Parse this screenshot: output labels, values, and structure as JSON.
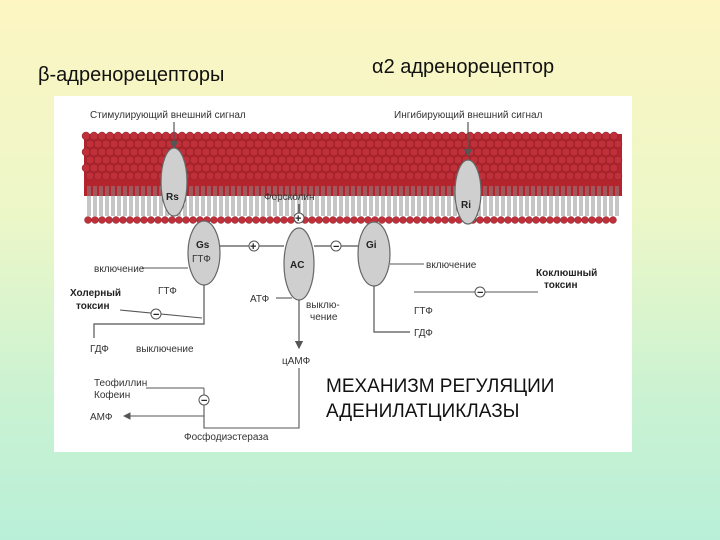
{
  "slide": {
    "title_left": "β-адренорецепторы",
    "title_right": "α2 адренорецептор",
    "caption_line1": "МЕХАНИЗМ РЕГУЛЯЦИИ",
    "caption_line2": "АДЕНИЛАТЦИКЛАЗЫ"
  },
  "diagram": {
    "stim_signal": "Стимулирующий внешний сигнал",
    "inhib_signal": "Ингибирующий внешний сигнал",
    "rs": "Rs",
    "ri": "Ri",
    "forskolin": "Форсколин",
    "gs": "Gs",
    "gi": "Gi",
    "gtp_gs": "ГТФ",
    "ac": "AC",
    "on_left": "включение",
    "on_right": "включение",
    "cholera_1": "Холерный",
    "cholera_2": "токсин",
    "pertussis_1": "Коклюшный",
    "pertussis_2": "токсин",
    "gtp_left": "ГТФ",
    "atp": "АТФ",
    "off_mid_1": "выклю-",
    "off_mid_2": "чение",
    "gtp_right": "ГТФ",
    "gdp_right": "ГДФ",
    "gdp_left": "ГДФ",
    "off_left": "выключение",
    "camp": "цАМФ",
    "theophylline": "Теофиллин",
    "caffeine": "Кофеин",
    "amp": "АМФ",
    "phosphodiesterase": "Фосфодиэстераза"
  },
  "colors": {
    "membrane_heads": "#c0303a",
    "protein_fill": "#cfcfcf",
    "line": "#555555"
  }
}
